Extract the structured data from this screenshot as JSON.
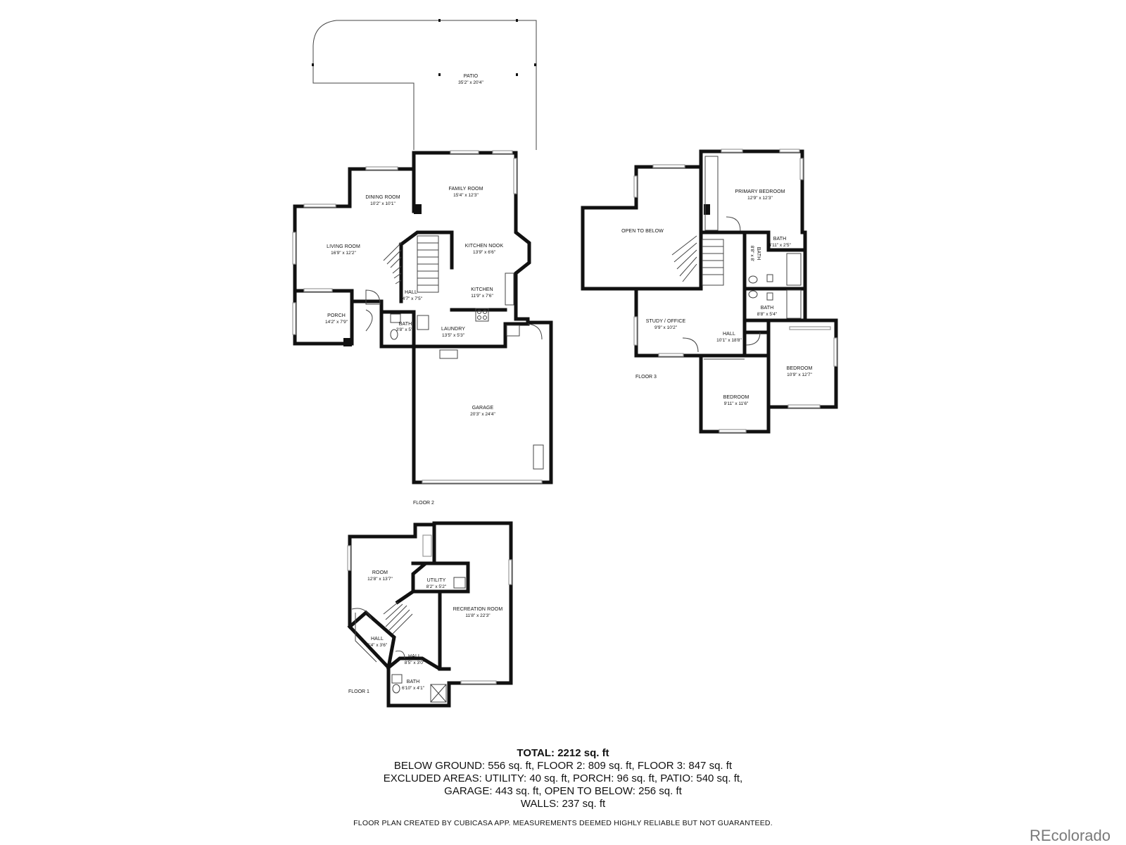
{
  "rooms": {
    "patio": {
      "name": "PATIO",
      "dim": "35'2\" x 20'4\""
    },
    "family_room": {
      "name": "FAMILY ROOM",
      "dim": "15'4\" x 12'3\""
    },
    "dining_room": {
      "name": "DINING ROOM",
      "dim": "10'2\" x 10'1\""
    },
    "living_room": {
      "name": "LIVING ROOM",
      "dim": "16'9\" x 12'2\""
    },
    "kitchen_nook": {
      "name": "KITCHEN NOOK",
      "dim": "13'9\" x 6'6\""
    },
    "kitchen": {
      "name": "KITCHEN",
      "dim": "11'9\" x 7'6\""
    },
    "hall_f2": {
      "name": "HALL",
      "dim": "14'7\" x 7'5\""
    },
    "porch": {
      "name": "PORCH",
      "dim": "14'2\" x 7'9\""
    },
    "bath_f2": {
      "name": "BATH",
      "dim": "3'8\" x 5'"
    },
    "laundry": {
      "name": "LAUNDRY",
      "dim": "13'5\" x 5'3\""
    },
    "garage": {
      "name": "GARAGE",
      "dim": "20'3\" x 24'4\""
    },
    "open_to_below": {
      "name": "OPEN TO BELOW",
      "dim": ""
    },
    "primary_bedroom": {
      "name": "PRIMARY BEDROOM",
      "dim": "12'9\" x 12'3\""
    },
    "bath_small": {
      "name": "BATH",
      "dim": "4'11\" x 2'5\""
    },
    "bath_vert": {
      "name": "BATH",
      "dim": "8'8\" x 8'"
    },
    "bath_f3": {
      "name": "BATH",
      "dim": "8'8\" x 5'4\""
    },
    "study_office": {
      "name": "STUDY / OFFICE",
      "dim": "9'9\" x 10'2\""
    },
    "hall_f3": {
      "name": "HALL",
      "dim": "10'1\" x 18'8\""
    },
    "bedroom_1": {
      "name": "BEDROOM",
      "dim": "9'11\" x 11'6\""
    },
    "bedroom_2": {
      "name": "BEDROOM",
      "dim": "10'9\" x 12'7\""
    },
    "room_f1": {
      "name": "ROOM",
      "dim": "12'8\" x 13'7\""
    },
    "utility": {
      "name": "UTILITY",
      "dim": "8'2\" x 5'2\""
    },
    "recreation_room": {
      "name": "RECREATION ROOM",
      "dim": "11'8\" x 22'3\""
    },
    "hall_f1_a": {
      "name": "HALL",
      "dim": "6'4\" x 3'6\""
    },
    "hall_f1_b": {
      "name": "HALL",
      "dim": "8'5\" x 3'0\""
    },
    "bath_f1": {
      "name": "BATH",
      "dim": "6'10\" x 4'1\""
    }
  },
  "floors": {
    "floor1": "FLOOR 1",
    "floor2": "FLOOR 2",
    "floor3": "FLOOR 3"
  },
  "summary": {
    "total": "TOTAL: 2212 sq. ft",
    "line1": "BELOW GROUND: 556 sq. ft, FLOOR 2: 809 sq. ft, FLOOR 3: 847 sq. ft",
    "line2": "EXCLUDED AREAS: UTILITY: 40 sq. ft, PORCH: 96 sq. ft, PATIO: 540 sq. ft,",
    "line3": "GARAGE: 443 sq. ft, OPEN TO BELOW: 256 sq. ft",
    "line4": "WALLS: 237 sq. ft"
  },
  "footer": {
    "disclaimer": "FLOOR PLAN CREATED BY CUBICASA APP. MEASUREMENTS DEEMED HIGHLY RELIABLE BUT NOT GUARANTEED.",
    "brand": "REcolorado"
  }
}
